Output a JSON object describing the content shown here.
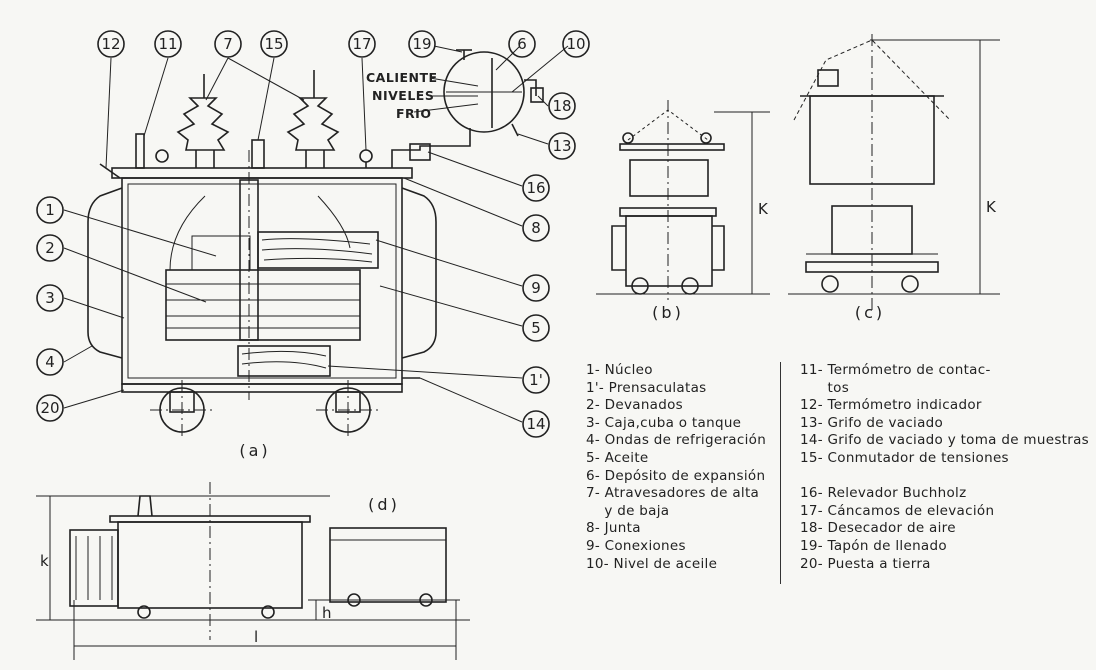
{
  "callouts": {
    "n12": "12",
    "n11": "11",
    "n7": "7",
    "n15": "15",
    "n17": "17",
    "n19": "19",
    "n6": "6",
    "n10": "10",
    "n18": "18",
    "n13": "13",
    "n16": "16",
    "n8": "8",
    "n9": "9",
    "n5": "5",
    "n1p": "1'",
    "n14": "14",
    "n1": "1",
    "n2": "2",
    "n3": "3",
    "n4": "4",
    "n20": "20"
  },
  "level_labels": {
    "hot": "CALIENTE",
    "levels": "NIVELES",
    "cold": "FRIO"
  },
  "view_labels": {
    "a": "(a)",
    "b": "(b)",
    "c": "(c)",
    "d": "(d)"
  },
  "dimension_labels": {
    "K_b": "K",
    "K_c": "K",
    "k_d": "k",
    "h_d": "h",
    "l_d": "l"
  },
  "legend_left": [
    "1- Núcleo",
    "1'- Prensaculatas",
    "2- Devanados",
    "3- Caja,cuba o tanque",
    "4- Ondas de refrigeración",
    "5- Aceite",
    "6- Depósito de expansión",
    "7- Atravesadores de alta",
    "    y de baja",
    "8- Junta",
    "9- Conexiones",
    "10- Nivel de aceile"
  ],
  "legend_right": [
    "11- Termómetro de contac-",
    "      tos",
    "12- Termómetro indicador",
    "13- Grifo de vaciado",
    "14- Grifo de vaciado y toma de muestras",
    "15- Conmutador de tensiones",
    "",
    "16- Relevador Buchholz",
    "17- Cáncamos de elevación",
    "18- Desecador de aire",
    "19- Tapón de llenado",
    "20- Puesta a tierra"
  ]
}
